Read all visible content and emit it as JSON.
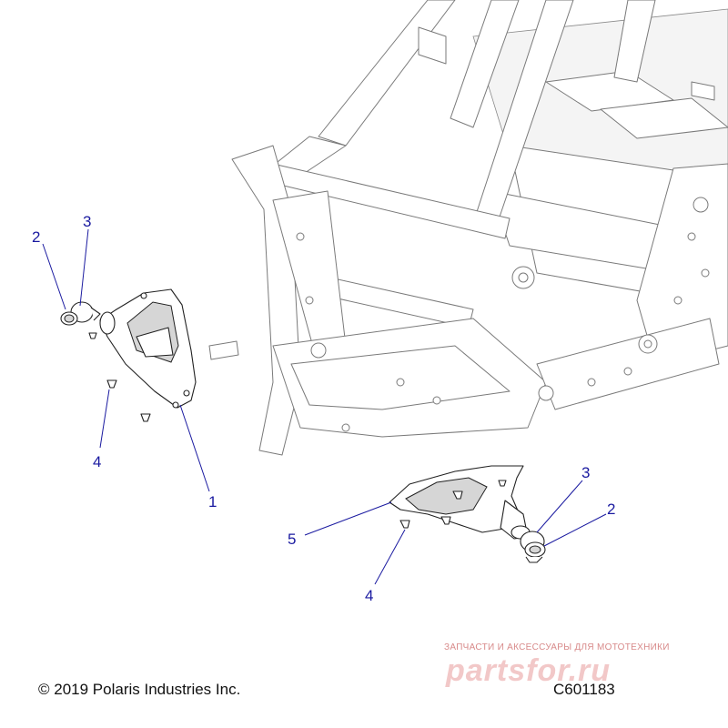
{
  "callouts": [
    {
      "label": "2"
    },
    {
      "label": "3"
    },
    {
      "label": "4"
    },
    {
      "label": "1"
    },
    {
      "label": "3"
    },
    {
      "label": "2"
    },
    {
      "label": "5"
    },
    {
      "label": "4"
    }
  ],
  "footer": {
    "copyright": "© 2019 Polaris Industries Inc.",
    "diagram_code": "C601183"
  },
  "watermark": {
    "tagline": "ЗАПЧАСТИ И АКСЕССУАРЫ ДЛЯ МОТОТЕХНИКИ",
    "logo": "partsfor.ru"
  },
  "colors": {
    "callout": "#1a1aa0",
    "line_art": "#222222",
    "watermark": "#d88a8a"
  }
}
